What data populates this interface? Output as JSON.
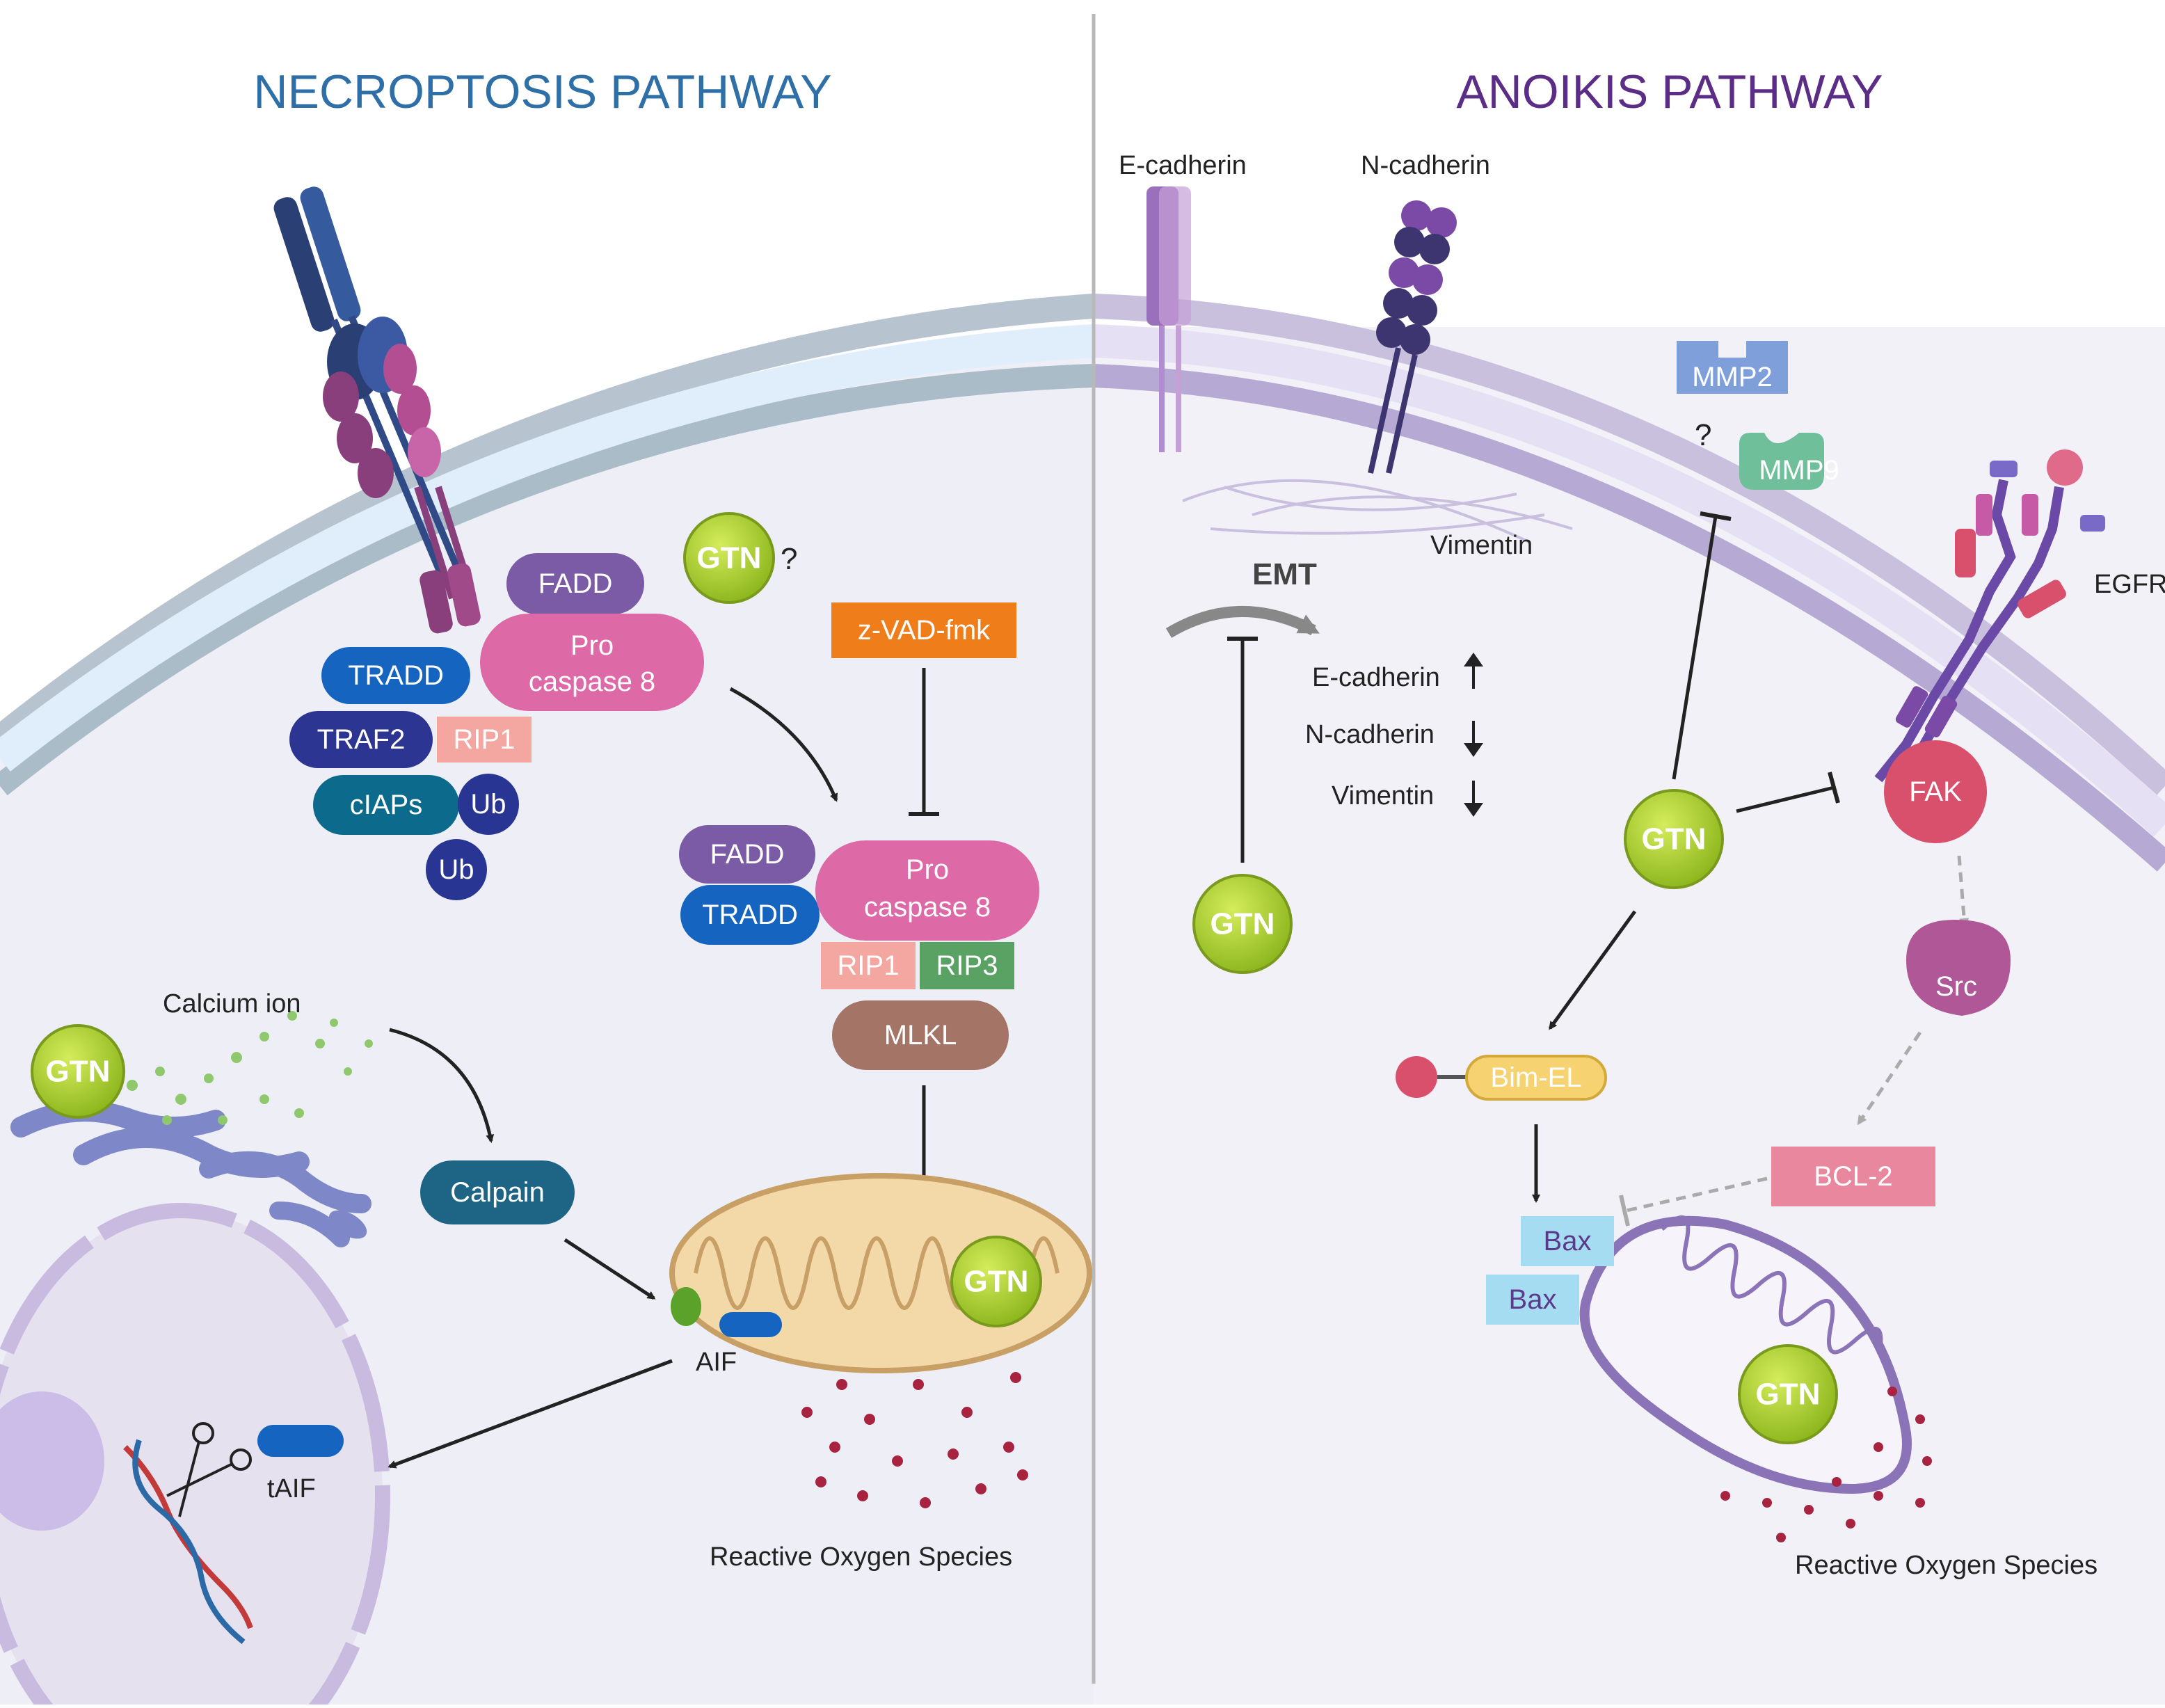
{
  "titles": {
    "necroptosis": "NECROPTOSIS PATHWAY",
    "anoikis": "ANOIKIS PATHWAY"
  },
  "necroptosis": {
    "fadd_top": "FADD",
    "procasp_top_line1": "Pro",
    "procasp_top_line2": "caspase 8",
    "tradd_top": "TRADD",
    "traf2": "TRAF2",
    "rip1_top": "RIP1",
    "ciaps": "cIAPs",
    "ub1": "Ub",
    "ub2": "Ub",
    "gtn_question": "?",
    "zvad": "z-VAD-fmk",
    "fadd_mid": "FADD",
    "tradd_mid": "TRADD",
    "procasp_mid_line1": "Pro",
    "procasp_mid_line2": "caspase 8",
    "rip1_mid": "RIP1",
    "rip3": "RIP3",
    "mlkl": "MLKL",
    "calcium_ion": "Calcium ion",
    "calpain": "Calpain",
    "aif": "AIF",
    "taif": "tAIF",
    "ros": "Reactive Oxygen Species",
    "gtn_label": "GTN"
  },
  "anoikis": {
    "e_cadherin": "E-cadherin",
    "n_cadherin": "N-cadherin",
    "vimentin": "Vimentin",
    "emt": "EMT",
    "e_cadherin_change": "E-cadherin",
    "n_cadherin_change": "N-cadherin",
    "vimentin_change": "Vimentin",
    "mmp2": "MMP2",
    "mmp9": "MMP9",
    "mmp_question": "?",
    "egfr": "EGFR",
    "fak": "FAK",
    "src": "Src",
    "bcl2": "BCL-2",
    "bim_el": "Bim-EL",
    "bax1": "Bax",
    "bax2": "Bax",
    "ros": "Reactive Oxygen Species",
    "gtn_label": "GTN"
  },
  "colors": {
    "necroptosis_title": "#2e6fa7",
    "anoikis_title": "#5b2d86",
    "gtn": "#a4c92b",
    "fadd": "#7b5aa6",
    "procaspase": "#dd6aa6",
    "tradd": "#1565c0",
    "traf2": "#2c3592",
    "rip1": "#f4a6a0",
    "ciaps": "#0c6b8c",
    "ub": "#283593",
    "zvad": "#ef7d1a",
    "rip3": "#5aa263",
    "mlkl": "#a47466",
    "calpain": "#1e6585",
    "mmp2": "#7f9fdb",
    "mmp9": "#6fbf9a",
    "fak": "#d9506c",
    "src": "#b05797",
    "bcl2": "#e8879d",
    "bim_el": "#f7d270",
    "bax": "#a6dcf2",
    "mitochondrion_left": "#f4d9a8",
    "mitochondrion_right": "#8a73b6"
  }
}
